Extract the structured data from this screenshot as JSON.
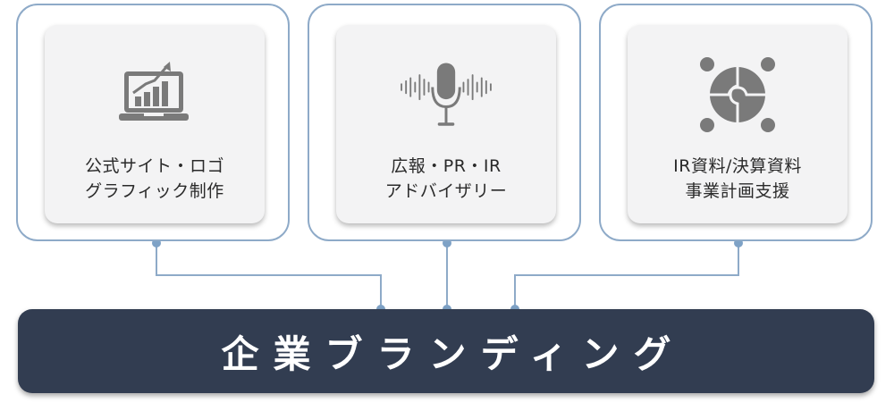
{
  "cards": [
    {
      "line1": "公式サイト・ロゴ",
      "line2": "グラフィック制作",
      "icon": "laptop-chart-icon"
    },
    {
      "line1": "広報・PR・IR",
      "line2": "アドバイザリー",
      "icon": "microphone-icon"
    },
    {
      "line1": "IR資料/決算資料",
      "line2": "事業計画支援",
      "icon": "puzzle-team-icon"
    }
  ],
  "banner": {
    "title": "企業ブランディング"
  },
  "colors": {
    "outline": "#8eaac8",
    "banner": "#323d51",
    "icon": "#7a7a7a",
    "connector": "#8eaac8"
  }
}
